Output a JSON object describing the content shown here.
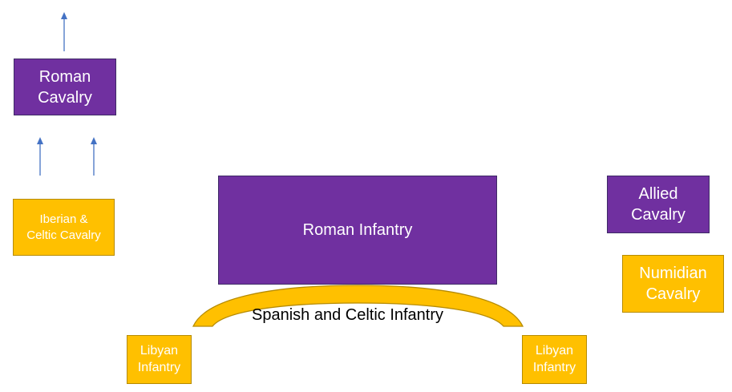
{
  "colors": {
    "roman": "#7030a0",
    "carthaginian": "#ffc000",
    "arrow": "#4472c4"
  },
  "units": {
    "roman_cavalry": "Roman\nCavalry",
    "iberian_celtic_cavalry": "Iberian &\nCeltic Cavalry",
    "roman_infantry": "Roman Infantry",
    "allied_cavalry": "Allied\nCavalry",
    "numidian_cavalry": "Numidian\nCavalry",
    "spanish_celtic_infantry": "Spanish and Celtic Infantry",
    "libyan_infantry_left": "Libyan\nInfantry",
    "libyan_infantry_right": "Libyan\nInfantry"
  }
}
